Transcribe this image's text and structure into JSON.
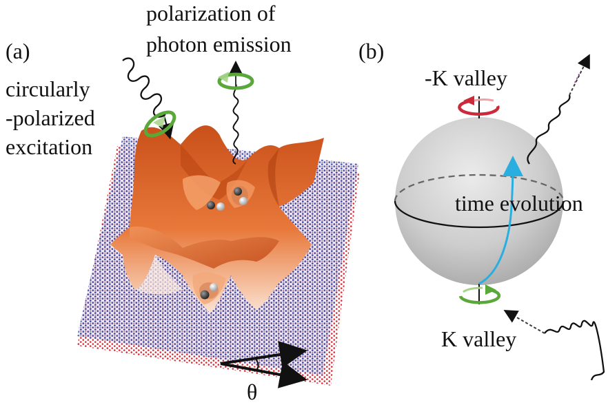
{
  "panel_a": {
    "label": "(a)",
    "excitation_label_lines": [
      "circularly",
      "-polarized",
      "excitation"
    ],
    "emission_label_lines": [
      "polarization of",
      "photon emission"
    ],
    "twist_angle_label": "θ"
  },
  "panel_b": {
    "label": "(b)",
    "top_valley_label": "-K valley",
    "bottom_valley_label": "K valley",
    "evolution_label": "time evolution"
  },
  "colors": {
    "lattice_top": "#3a55b0",
    "lattice_bottom": "#d8323c",
    "surface": "#e4692c",
    "sphere": "#c8c8c8",
    "green_arrow": "#5aa83a",
    "red_arrow": "#cc2a3a",
    "trajectory": "#2aaee0"
  },
  "icons": [
    "circular-polarization-arrow-icon",
    "wave-photon-icon",
    "exciton-pair-icon"
  ]
}
